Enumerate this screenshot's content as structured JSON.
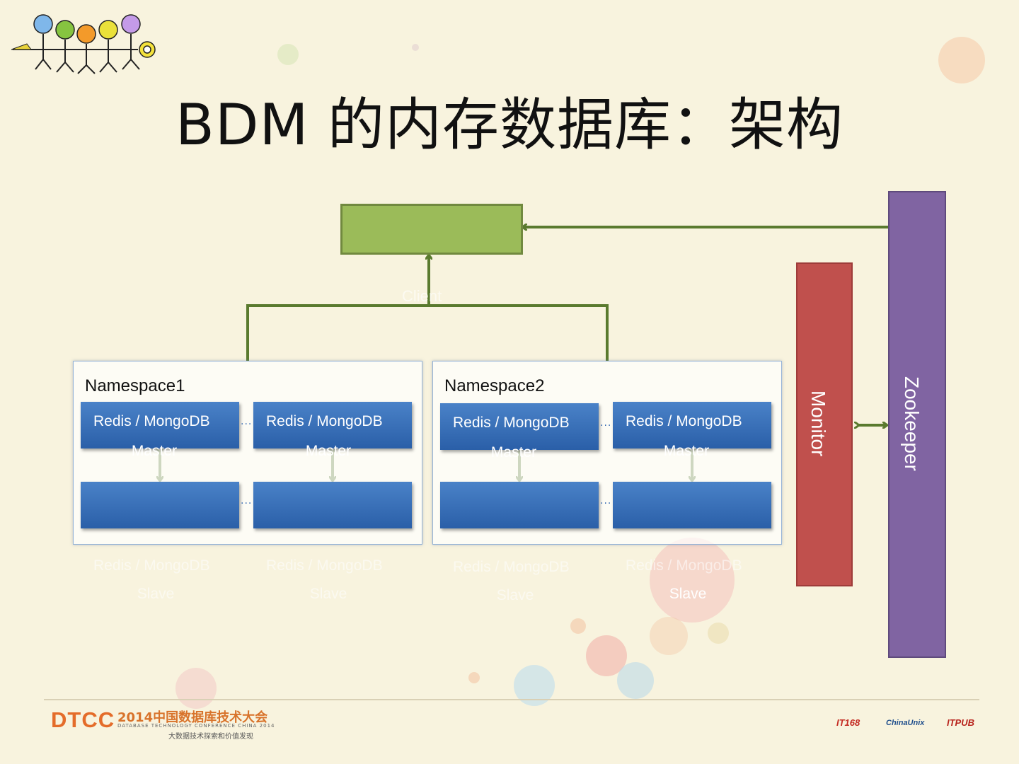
{
  "title": "BDM 的内存数据库：架构",
  "client": {
    "label": "Client"
  },
  "namespaces": [
    {
      "label": "Namespace1",
      "groups": [
        {
          "master_text": "Redis / MongoDB",
          "master_role": "Master",
          "slave_text": "Redis / MongoDB",
          "slave_role": "Slave"
        },
        {
          "master_text": "Redis / MongoDB",
          "master_role": "Master",
          "slave_text": "Redis / MongoDB",
          "slave_role": "Slave"
        }
      ]
    },
    {
      "label": "Namespace2",
      "groups": [
        {
          "master_text": "Redis / MongoDB",
          "master_role": "Master",
          "slave_text": "Redis / MongoDB",
          "slave_role": "Slave"
        },
        {
          "master_text": "Redis / MongoDB",
          "master_role": "Master",
          "slave_text": "Redis / MongoDB",
          "slave_role": "Slave"
        }
      ]
    }
  ],
  "monitor": {
    "label": "Monitor",
    "color": "#c0504d"
  },
  "zookeeper": {
    "label": "Zookeeper",
    "color": "#8064a2"
  },
  "colors": {
    "client": "#9bbb59",
    "connector": "#5a7a2e",
    "node": "#3a72bd"
  },
  "footer": {
    "brand": "DTCC",
    "conference_title": "2014中国数据库技术大会",
    "conference_en": "DATABASE TECHNOLOGY CONFERENCE CHINA 2014",
    "slogan": "大数据技术探索和价值发现",
    "sponsors": [
      "IT168",
      "ChinaUnix",
      "ITPUB"
    ]
  }
}
